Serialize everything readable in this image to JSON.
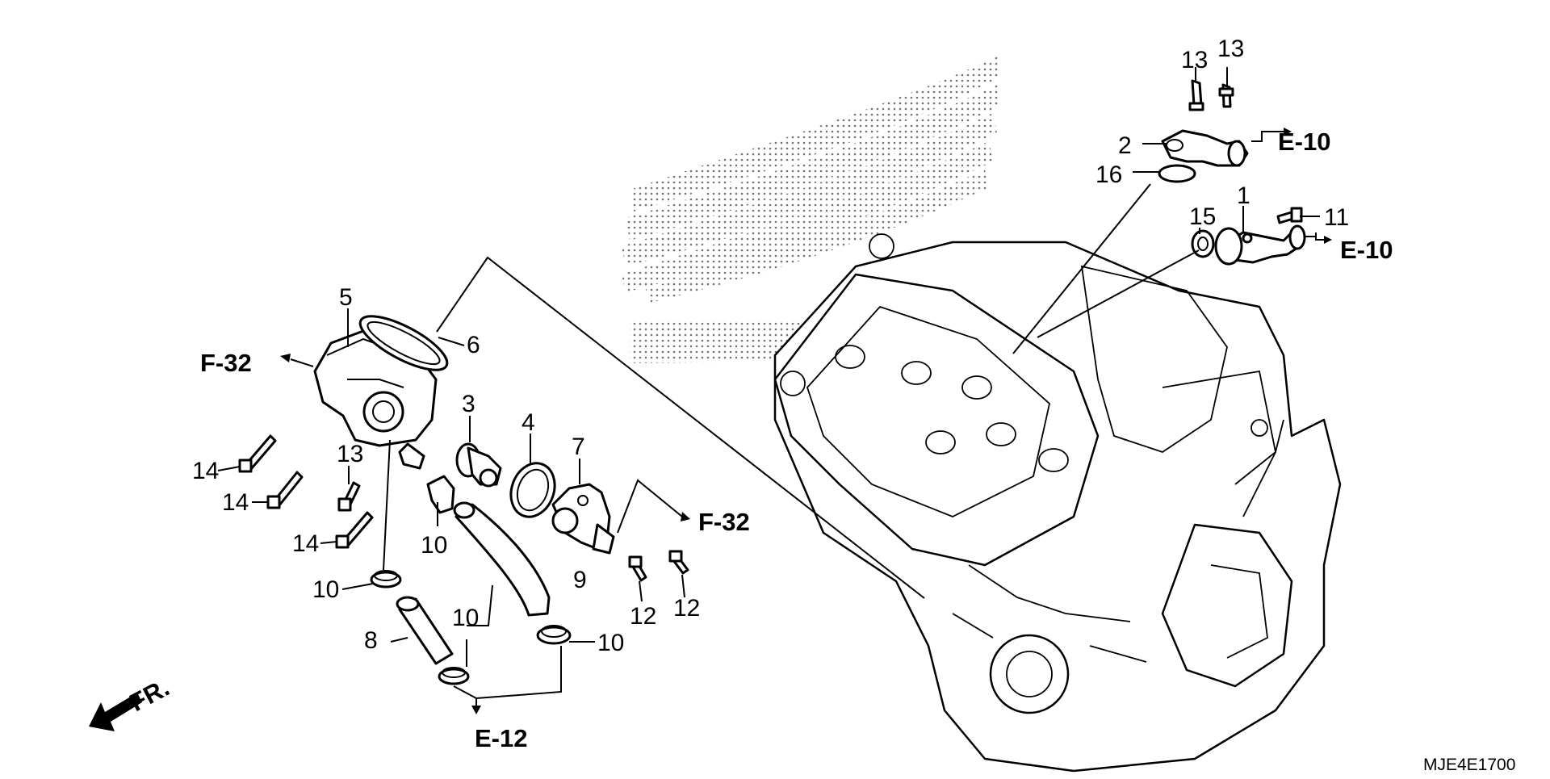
{
  "diagram": {
    "part_code": "MJE4E1700",
    "front_label": "FR.",
    "callouts": [
      {
        "id": "c-13a",
        "text": "13"
      },
      {
        "id": "c-13b",
        "text": "13"
      },
      {
        "id": "c-2",
        "text": "2"
      },
      {
        "id": "c-16",
        "text": "16"
      },
      {
        "id": "c-15",
        "text": "15"
      },
      {
        "id": "c-1",
        "text": "1"
      },
      {
        "id": "c-11",
        "text": "11"
      },
      {
        "id": "c-5",
        "text": "5"
      },
      {
        "id": "c-6",
        "text": "6"
      },
      {
        "id": "c-3",
        "text": "3"
      },
      {
        "id": "c-4",
        "text": "4"
      },
      {
        "id": "c-7",
        "text": "7"
      },
      {
        "id": "c-14a",
        "text": "14"
      },
      {
        "id": "c-14b",
        "text": "14"
      },
      {
        "id": "c-14c",
        "text": "14"
      },
      {
        "id": "c-13c",
        "text": "13"
      },
      {
        "id": "c-10a",
        "text": "10"
      },
      {
        "id": "c-10b",
        "text": "10"
      },
      {
        "id": "c-10c",
        "text": "10"
      },
      {
        "id": "c-10d",
        "text": "10"
      },
      {
        "id": "c-9",
        "text": "9"
      },
      {
        "id": "c-8",
        "text": "8"
      },
      {
        "id": "c-12a",
        "text": "12"
      },
      {
        "id": "c-12b",
        "text": "12"
      }
    ],
    "references": [
      {
        "id": "r-e10a",
        "text": "E-10"
      },
      {
        "id": "r-e10b",
        "text": "E-10"
      },
      {
        "id": "r-f32a",
        "text": "F-32"
      },
      {
        "id": "r-f32b",
        "text": "F-32"
      },
      {
        "id": "r-e12",
        "text": "E-12"
      }
    ]
  }
}
